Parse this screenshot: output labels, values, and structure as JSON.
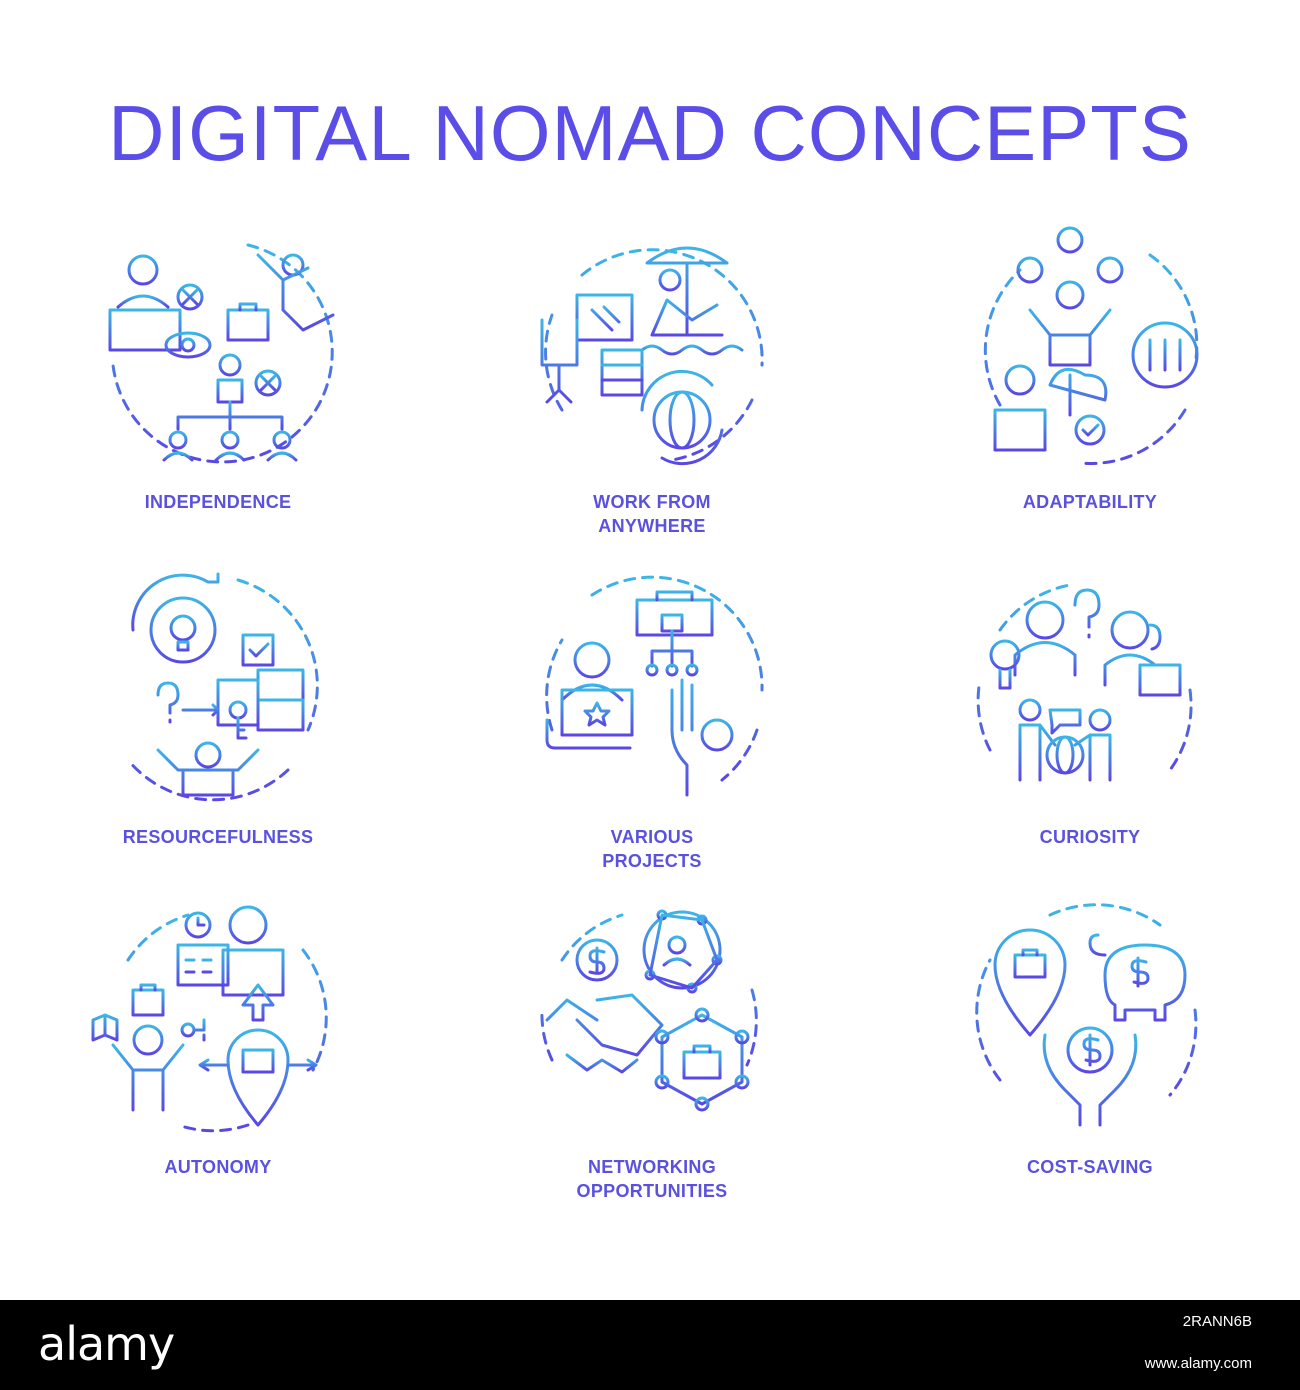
{
  "title": "DIGITAL NOMAD CONCEPTS",
  "colors": {
    "gradient_top": "#3cb6e6",
    "gradient_bottom": "#5a48e4",
    "label": "#5a52de",
    "title": "#5b4ee8"
  },
  "concepts": [
    {
      "label": "INDEPENDENCE",
      "icon": "independence-icon"
    },
    {
      "label": "WORK FROM\nANYWHERE",
      "icon": "work-from-anywhere-icon"
    },
    {
      "label": "ADAPTABILITY",
      "icon": "adaptability-icon"
    },
    {
      "label": "RESOURCEFULNESS",
      "icon": "resourcefulness-icon"
    },
    {
      "label": "VARIOUS\nPROJECTS",
      "icon": "various-projects-icon"
    },
    {
      "label": "CURIOSITY",
      "icon": "curiosity-icon"
    },
    {
      "label": "AUTONOMY",
      "icon": "autonomy-icon"
    },
    {
      "label": "NETWORKING\nOPPORTUNITIES",
      "icon": "networking-opportunities-icon"
    },
    {
      "label": "COST-SAVING",
      "icon": "cost-saving-icon"
    }
  ],
  "footer": {
    "logo": "alamy",
    "image_id": "2RANN6B",
    "url": "www.alamy.com"
  }
}
